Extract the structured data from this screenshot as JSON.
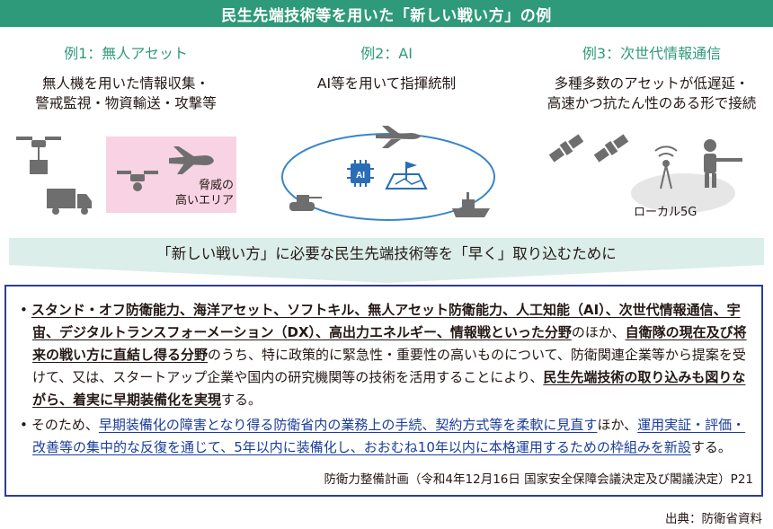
{
  "header": {
    "title": "民生先端技術等を用いた「新しい戦い方」の例"
  },
  "examples": [
    {
      "title": "例1：無人アセット",
      "desc_line1": "無人機を用いた情報収集・",
      "desc_line2": "警戒監視・物資輸送・攻撃等"
    },
    {
      "title": "例2：AI",
      "desc_line1": "AI等を用いて指揮統制",
      "desc_line2": ""
    },
    {
      "title": "例3：次世代情報通信",
      "desc_line1": "多種多数のアセットが低遅延・",
      "desc_line2": "高速かつ抗たん性のある形で接続"
    }
  ],
  "labels": {
    "threat_line1": "脅威の",
    "threat_line2": "高いエリア",
    "ai_chip": "AI",
    "local5g": "ローカル5G"
  },
  "arrow_text": "「新しい戦い方」に必要な民生先端技術等を「早く」取り込むために",
  "bullet1": {
    "dot": "•",
    "s1": "スタンド・オフ防衛能力、海洋アセット、ソフトキル、無人アセット防衛能力、人工知能（AI）、次世代情報通信、宇宙、デジタルトランスフォーメーション（DX）、高出力エネルギー、情報戦といった分野",
    "s2": "のほか、",
    "s3": "自衛隊の現在及び将来の戦い方に直結し得る分野",
    "s4": "のうち、特に政策的に緊急性・重要性の高いものについて、防衛関連企業等から提案を受けて、又は、スタートアップ企業や国内の研究機関等の技術を活用することにより、",
    "s5": "民生先端技術の取り込みも図りながら、着実に早期装備化を実現",
    "s6": "する。"
  },
  "bullet2": {
    "dot": "•",
    "s1": "そのため、",
    "s2": "早期装備化の障害となり得る防衛省内の業務上の手続、契約方式等を柔軟に見直す",
    "s3": "ほか、",
    "s4": "運用実証・評価・改善等の集中的な反復を通じて、5年以内に装備化し、おおむね10年以内に本格運用するための枠組みを新設",
    "s5": "する。"
  },
  "source_inner": "防衛力整備計画（令和4年12月16日 国家安全保障会議決定及び閣議決定）P21",
  "credit": "出典：防衛省資料",
  "colors": {
    "header": "#2e9a79",
    "box_border": "#2b3f8f",
    "highlight": "#f8d3e3",
    "arrow": "#dbeee9",
    "link_blue": "#1a3d9a"
  }
}
